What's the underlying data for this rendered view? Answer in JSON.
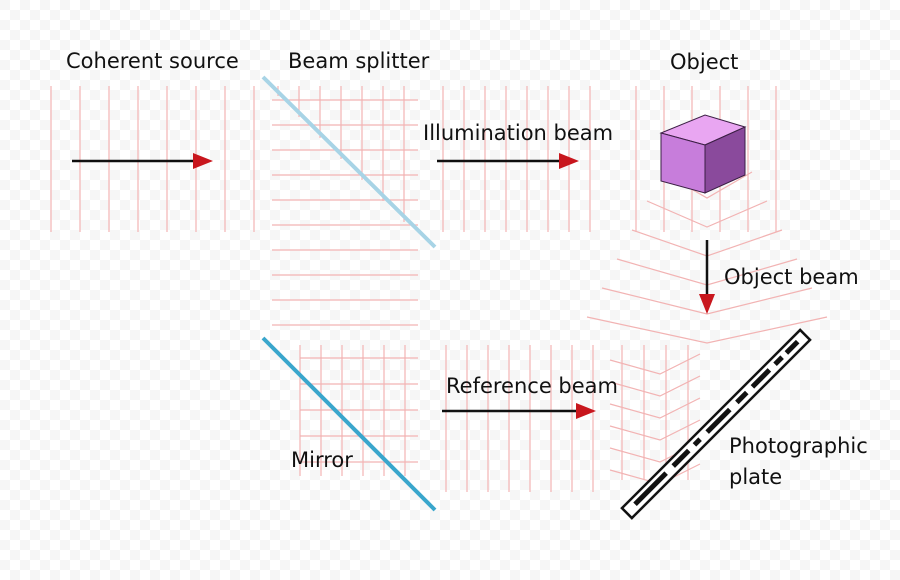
{
  "labels": {
    "coherent_source": "Coherent source",
    "beam_splitter": "Beam splitter",
    "object": "Object",
    "illumination_beam": "Illumination beam",
    "object_beam": "Object beam",
    "reference_beam": "Reference beam",
    "mirror": "Mirror",
    "photographic_plate_line1": "Photographic",
    "photographic_plate_line2": "plate"
  },
  "colors": {
    "wavefront": "#f2b3b3",
    "arrow_shaft": "#111111",
    "arrow_head": "#c8161d",
    "splitter": "#a8d4e6",
    "mirror": "#3aa6cc",
    "cube_top": "#e9a6f2",
    "cube_front": "#c77ddb",
    "cube_side": "#8a4a9c",
    "plate_fill": "#ffffff",
    "plate_stroke": "#111111"
  }
}
